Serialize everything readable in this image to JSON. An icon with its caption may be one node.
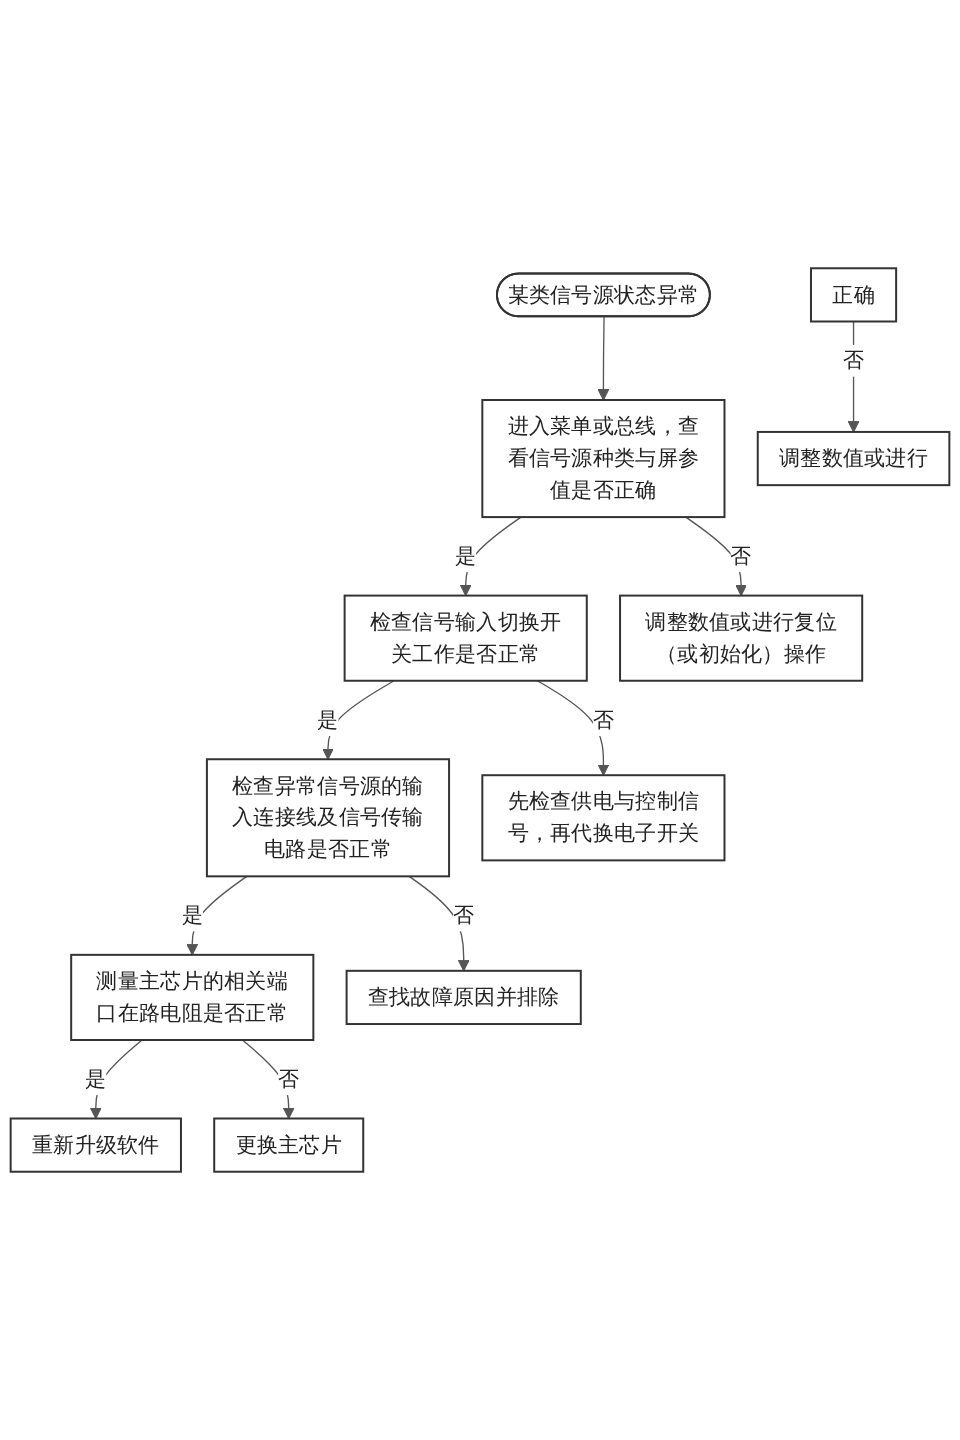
{
  "diagram": {
    "nodes": [
      {
        "text": [
          "某类信号源状态异常"
        ]
      },
      {
        "text": [
          "进入菜单或总线，查看信号源种类与屏参值是否正确"
        ]
      },
      {
        "text": [
          "调整数值或进行复位（或初始化）操作"
        ]
      },
      {
        "text": [
          "检查信号输入切换开关工作是否正常"
        ]
      },
      {
        "text": [
          "先检查供电与控制信号，再代换电子开关"
        ]
      },
      {
        "text": [
          "检查异常信号源的输入连接线及信号传输电路是否正常"
        ]
      },
      {
        "text": [
          "查找故障原因并排除"
        ]
      },
      {
        "text": [
          "测量主芯片的相关端口在路电阻是否正常"
        ]
      },
      {
        "text": [
          "更换主芯片"
        ]
      },
      {
        "text": [
          "重新升级软件"
        ]
      },
      {
        "text": [
          "正确"
        ]
      },
      {
        "text": [
          "调整数值或进行"
        ]
      }
    ],
    "edges": [
      {
        "from": 0,
        "to": 1,
        "arrow": "to"
      },
      {
        "from": 1,
        "to": 3,
        "arrow": "to",
        "label": "是"
      },
      {
        "from": 1,
        "to": 2,
        "arrow": "to",
        "label": "否"
      },
      {
        "from": 3,
        "to": 5,
        "arrow": "to",
        "label": "是"
      },
      {
        "from": 3,
        "to": 4,
        "arrow": "to",
        "label": "否"
      },
      {
        "from": 5,
        "to": 7,
        "arrow": "to",
        "label": "是"
      },
      {
        "from": 5,
        "to": 6,
        "arrow": "to",
        "label": "否"
      },
      {
        "from": 7,
        "to": 9,
        "arrow": "to",
        "label": "是"
      },
      {
        "from": 7,
        "to": 8,
        "arrow": "to",
        "label": "否"
      },
      {
        "from": 10,
        "to": 11,
        "arrow": "to",
        "label": "否"
      }
    ]
  }
}
